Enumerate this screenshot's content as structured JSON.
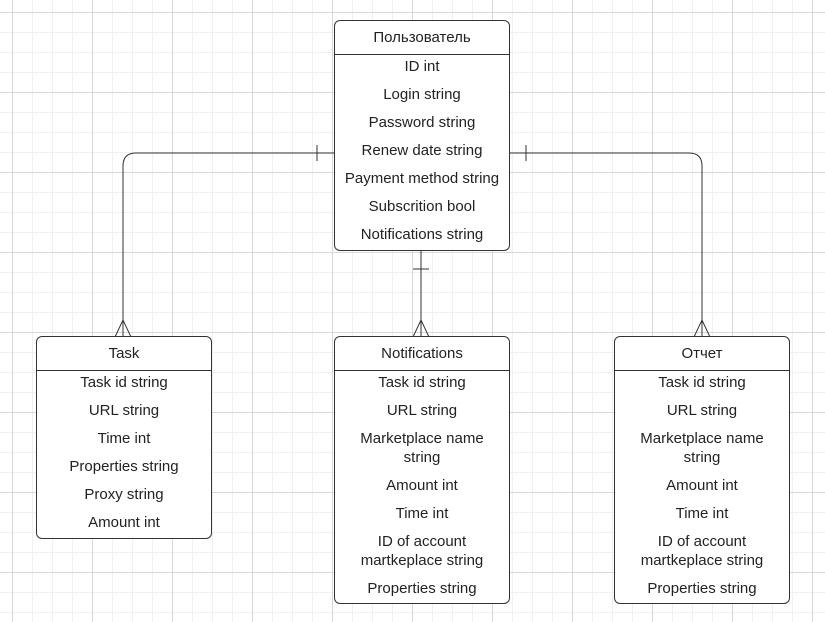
{
  "entities": {
    "user": {
      "title": "Пользователь",
      "fields": [
        "ID int",
        "Login string",
        "Password string",
        "Renew date string",
        "Payment method string",
        "Subscrition bool",
        "Notifications string"
      ]
    },
    "task": {
      "title": "Task",
      "fields": [
        "Task id string",
        "URL string",
        "Time int",
        "Properties string",
        "Proxy string",
        "Amount int"
      ]
    },
    "notifications": {
      "title": "Notifications",
      "fields": [
        "Task id string",
        "URL string",
        "Marketplace name string",
        "Amount int",
        "Time int",
        "ID of account martkeplace string",
        "Properties string"
      ]
    },
    "report": {
      "title": "Отчет",
      "fields": [
        "Task id string",
        "URL string",
        "Marketplace name string",
        "Amount int",
        "Time int",
        "ID of account martkeplace string",
        "Properties string"
      ]
    }
  },
  "relationships": [
    {
      "from": "user",
      "to": "task",
      "from_cardinality": "one",
      "to_cardinality": "many"
    },
    {
      "from": "user",
      "to": "notifications",
      "from_cardinality": "one",
      "to_cardinality": "many"
    },
    {
      "from": "user",
      "to": "report",
      "from_cardinality": "one",
      "to_cardinality": "many"
    }
  ],
  "colors": {
    "line": "#333333",
    "background": "#ffffff",
    "grid": "#d8d8d8"
  }
}
